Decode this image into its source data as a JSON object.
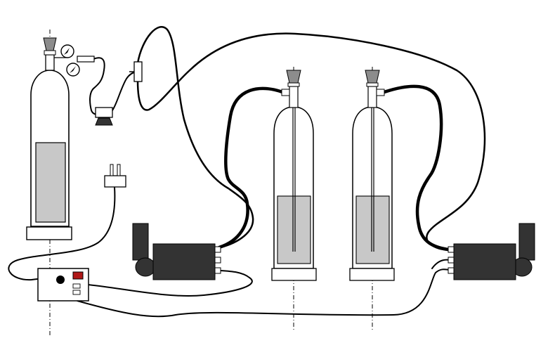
{
  "diagram": {
    "background": "#ffffff",
    "colors": {
      "outline": "#000000",
      "liquid": "#c8c8c8",
      "valve_gray": "#8c8c8c",
      "device_dark": "#333333",
      "indicator_red": "#b01818",
      "cable_black": "#000000"
    },
    "components": [
      {
        "id": "gas-cylinder",
        "kind": "pressurized cylinder with regulator and gauges"
      },
      {
        "id": "flow-controller",
        "kind": "inline valve on hose"
      },
      {
        "id": "mains-plug",
        "kind": "power plug"
      },
      {
        "id": "control-box",
        "kind": "control unit with power button and indicator"
      },
      {
        "id": "vessel-left",
        "kind": "tall container with dip tube"
      },
      {
        "id": "vessel-right",
        "kind": "tall container with dip tube"
      },
      {
        "id": "pump-left",
        "kind": "pump unit with motor"
      },
      {
        "id": "pump-right",
        "kind": "pump unit with motor"
      }
    ],
    "icons": [
      "pressure-gauge-icon",
      "power-button-icon",
      "plug-icon",
      "motor-icon",
      "valve-icon"
    ]
  }
}
